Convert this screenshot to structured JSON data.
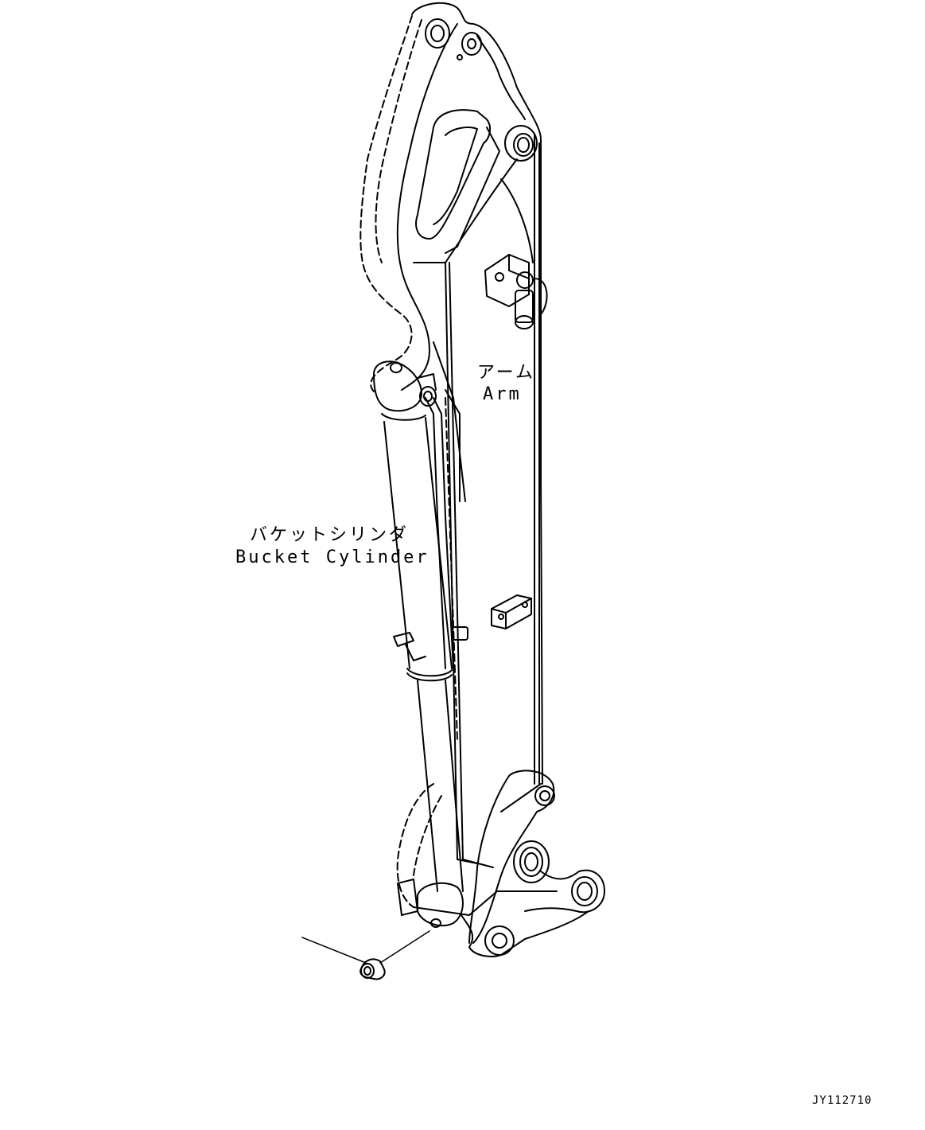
{
  "labels": {
    "arm_jp": "アーム",
    "arm_en": "Arm",
    "cylinder_jp": "バケットシリンダ",
    "cylinder_en": "Bucket Cylinder",
    "drawing_id": "JY112710"
  },
  "colors": {
    "line": "#000000",
    "background": "#ffffff"
  }
}
